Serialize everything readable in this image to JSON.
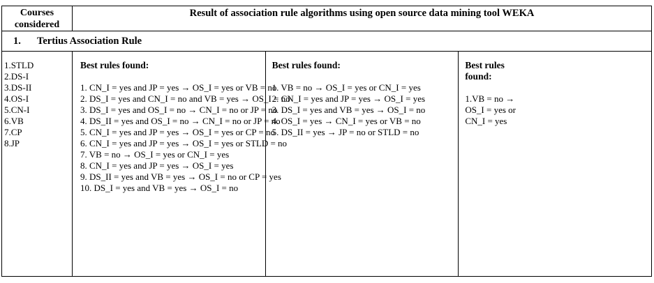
{
  "header": {
    "left_line1": "Courses",
    "left_line2": "considered",
    "right": "Result of association rule algorithms using open source data mining tool WEKA"
  },
  "section": {
    "number": "1.",
    "title": "Tertius Association Rule"
  },
  "courses": [
    "1.STLD",
    "2.DS-I",
    "3.DS-II",
    "4.OS-I",
    "5.CN-I",
    "6.VB",
    "7.CP",
    "8.JP"
  ],
  "col2": {
    "heading": "Best rules found:",
    "rules": [
      "1. CN_I = yes and JP = yes → OS_I = yes or VB = no",
      "2. DS_I = yes and CN_I = no and VB = yes → OS_I = no",
      "3. DS_I = yes and OS_I = no → CN_I = no or JP = no",
      "4. DS_II = yes and OS_I = no → CN_I = no or JP = no",
      "5. CN_I = yes and JP = yes → OS_I = yes or CP = no",
      "6. CN_I = yes and JP = yes → OS_I = yes or STLD = no",
      "7. VB = no → OS_I = yes or CN_I = yes",
      "8. CN_I = yes and JP = yes → OS_I = yes",
      "9. DS_II = yes and VB = yes → OS_I = no or CP = yes",
      "10. DS_I = yes and VB = yes → OS_I = no"
    ]
  },
  "col3": {
    "heading": "Best rules found:",
    "rules": [
      "1. VB = no → OS_I = yes or CN_I = yes",
      "2. CN_I = yes and JP = yes → OS_I = yes",
      "3. DS_I = yes and VB = yes → OS_I = no",
      "4. OS_I = yes → CN_I = yes or VB = no",
      "5. DS_II = yes → JP = no or STLD = no"
    ]
  },
  "col4": {
    "heading_line1": "Best rules",
    "heading_line2": "found:",
    "rule_line1": "1.VB = no →",
    "rule_line2": "OS_I = yes or",
    "rule_line3": "CN_I = yes"
  }
}
